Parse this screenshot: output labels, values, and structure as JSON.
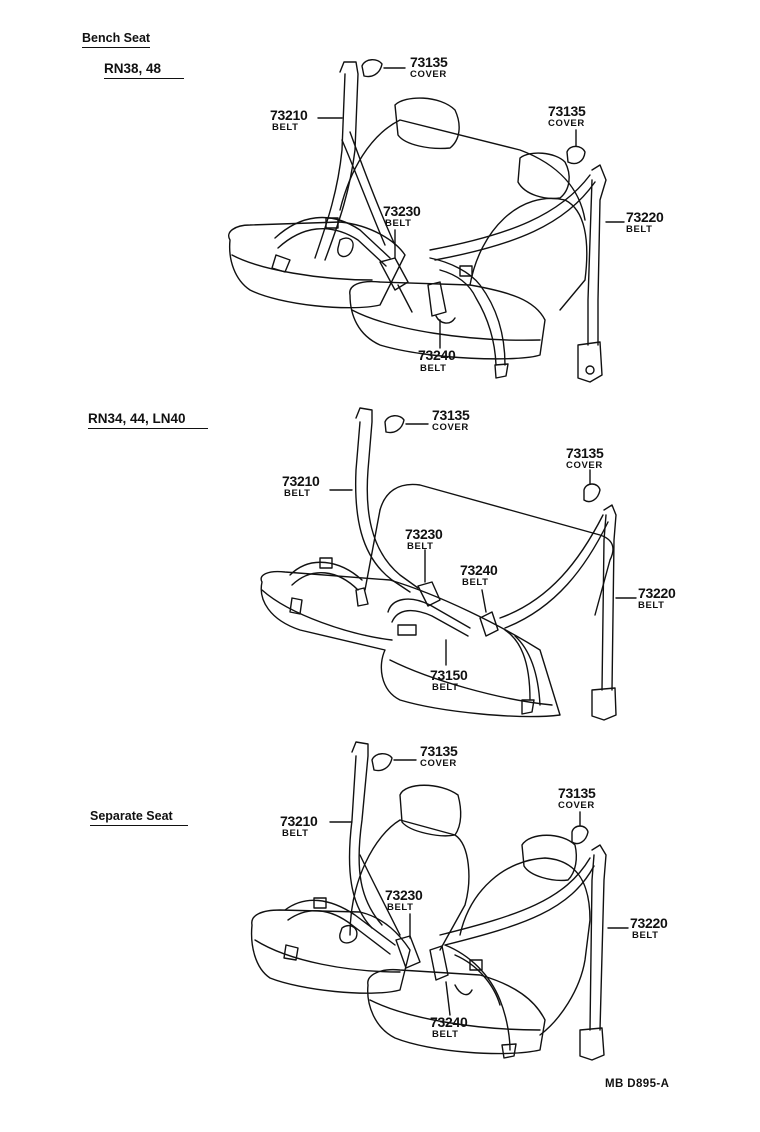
{
  "sections": {
    "bench_header": "Bench Seat",
    "rn38": "RN38, 48",
    "rn34": "RN34, 44, LN40",
    "separate_header": "Separate Seat"
  },
  "parts": {
    "p73135": {
      "num": "73135",
      "name": "COVER"
    },
    "p73210": {
      "num": "73210",
      "name": "BELT"
    },
    "p73220": {
      "num": "73220",
      "name": "BELT"
    },
    "p73230": {
      "num": "73230",
      "name": "BELT"
    },
    "p73240": {
      "num": "73240",
      "name": "BELT"
    },
    "p73150": {
      "num": "73150",
      "name": "BELT"
    }
  },
  "figure_code": "MB  D895-A"
}
